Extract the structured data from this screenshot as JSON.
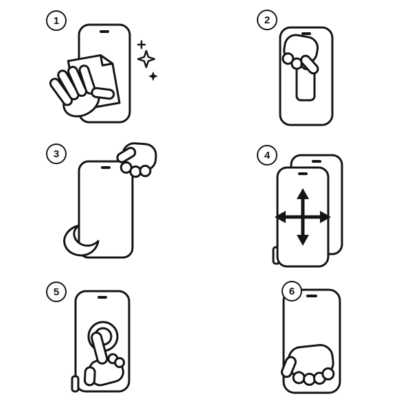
{
  "page": {
    "background_color": "#ffffff",
    "line_color": "#141414"
  },
  "steps": [
    {
      "number": "1",
      "illustration": "wipe-screen-with-cloth"
    },
    {
      "number": "2",
      "illustration": "peel-backing-film-tab"
    },
    {
      "number": "3",
      "illustration": "remove-film-from-screen"
    },
    {
      "number": "4",
      "illustration": "align-protector-with-arrows"
    },
    {
      "number": "5",
      "illustration": "press-center-of-screen"
    },
    {
      "number": "6",
      "illustration": "smooth-out-screen"
    }
  ]
}
